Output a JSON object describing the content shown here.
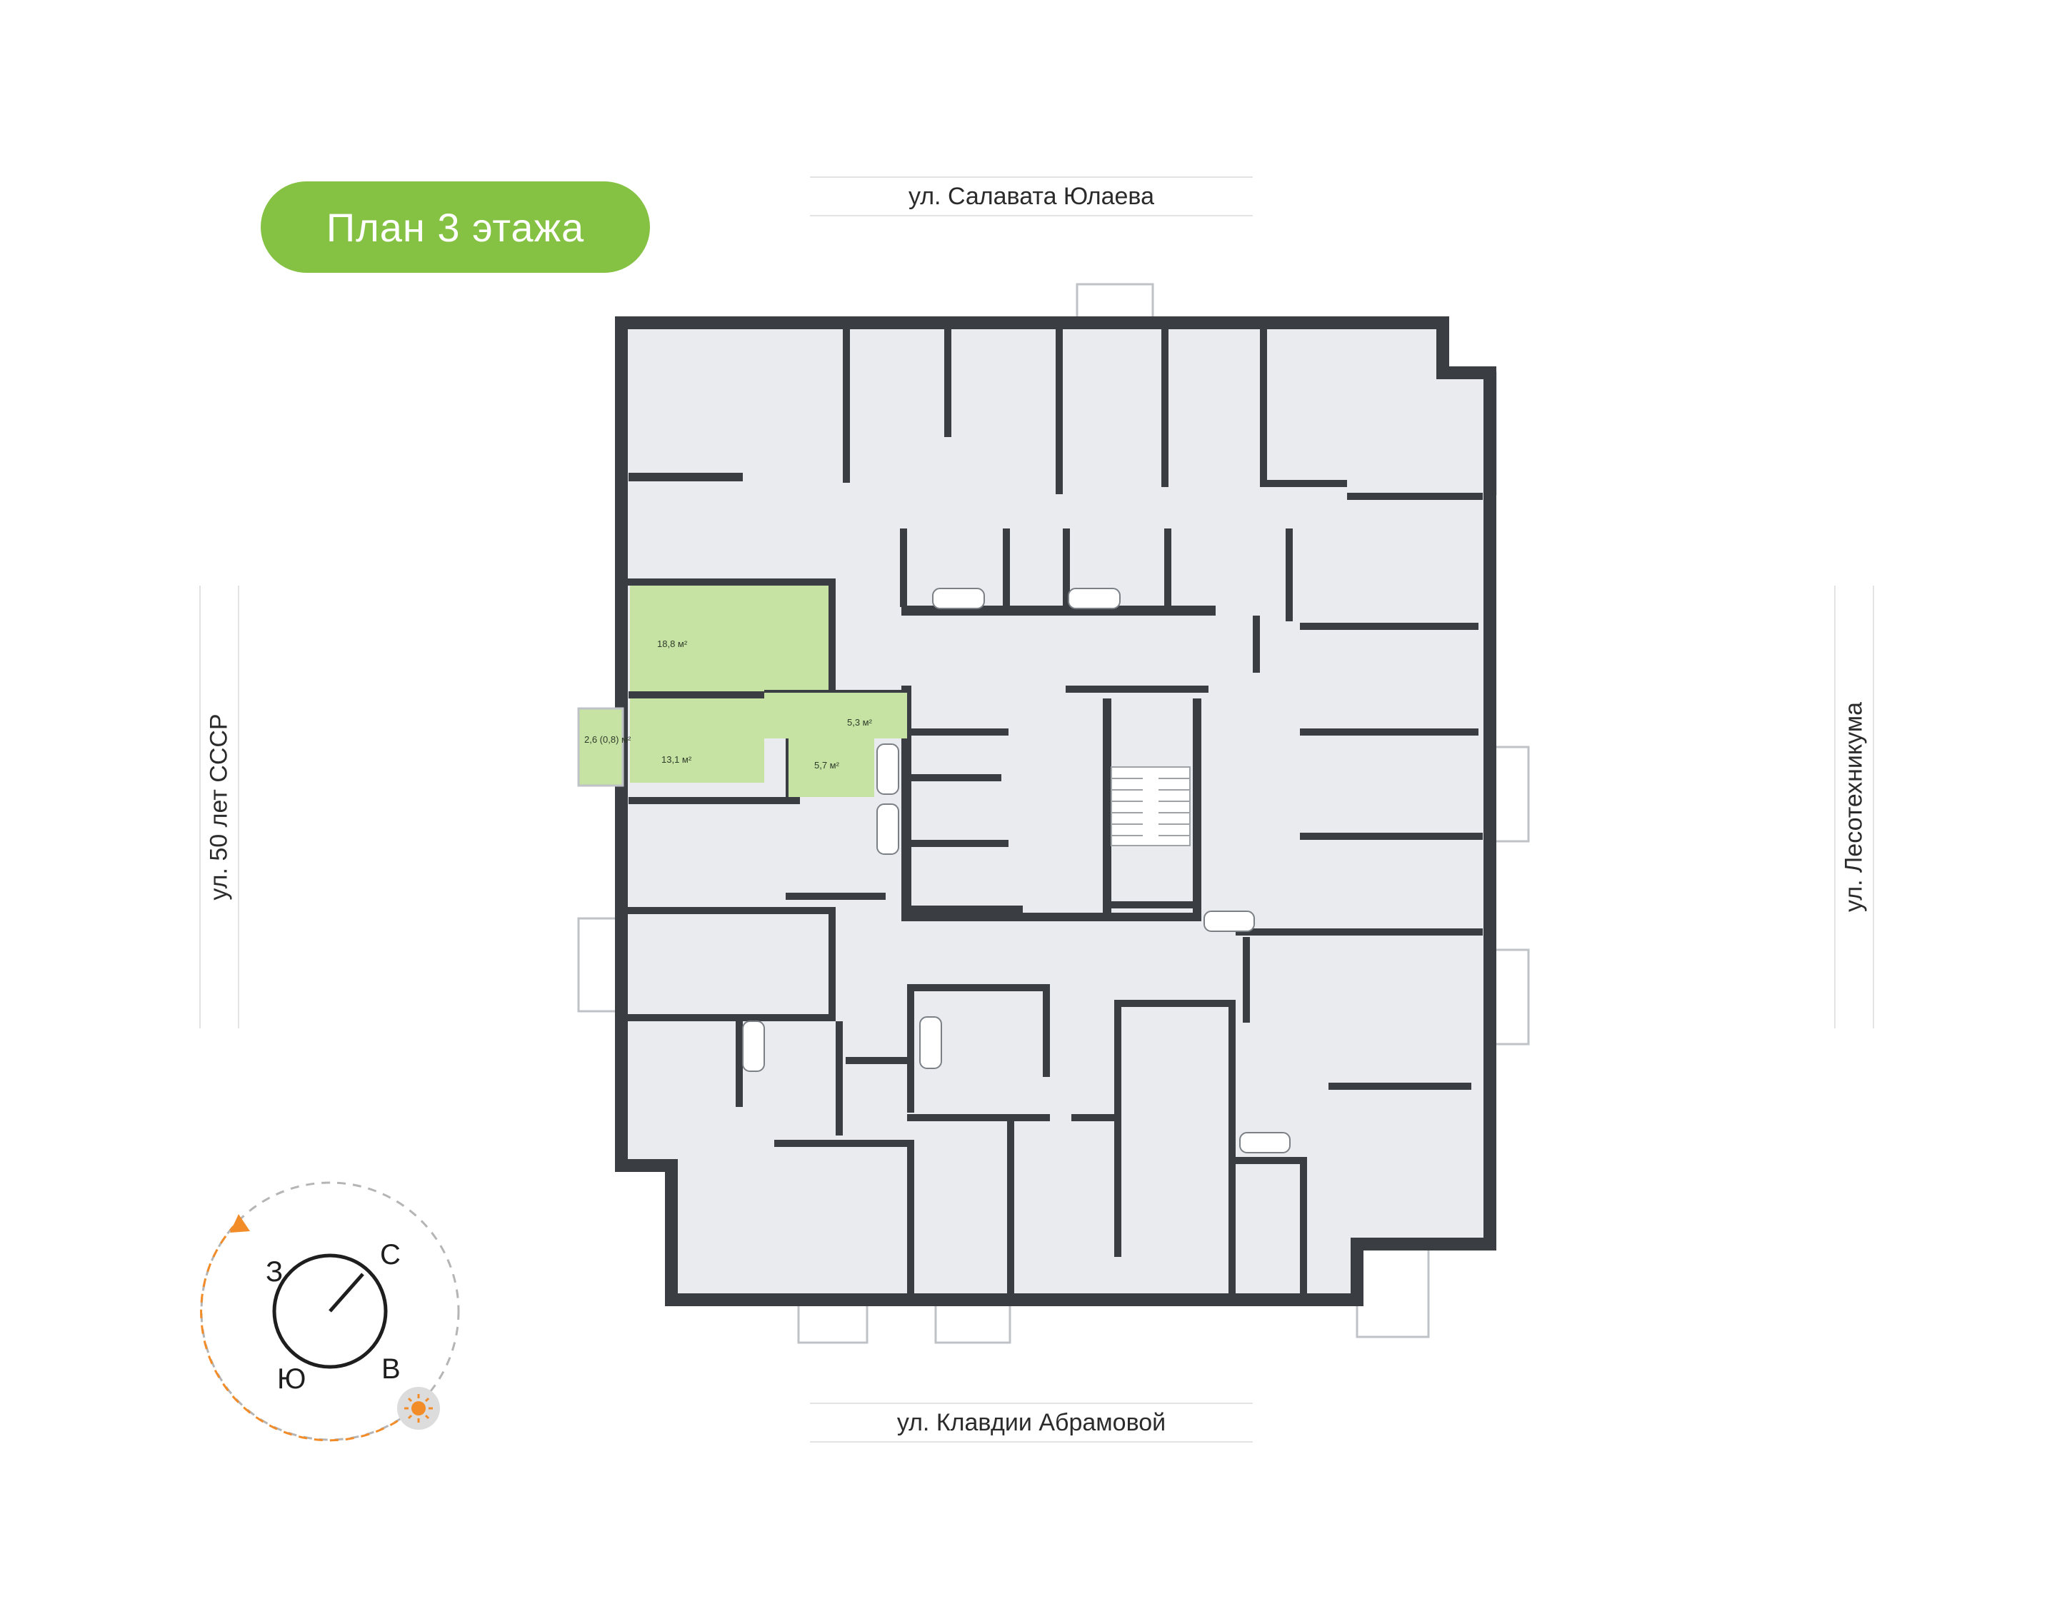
{
  "floor_title": "План 3 этажа",
  "streets": {
    "top": "ул. Салавата Юлаева",
    "bottom": "ул. Клавдии Абрамовой",
    "left": "ул. 50 лет СССР",
    "right": "ул. Лесотехникума"
  },
  "highlighted_apartment": {
    "rooms": [
      {
        "area": "18,8 м²"
      },
      {
        "area": "13,1 м²"
      },
      {
        "area": "5,3 м²"
      },
      {
        "area": "5,7 м²"
      },
      {
        "area": "2,6 (0,8) м²"
      }
    ]
  },
  "compass": {
    "north": "С",
    "east": "В",
    "south": "Ю",
    "west": "З"
  },
  "colors": {
    "accent": "#85c142",
    "highlight": "#c6e3a3",
    "wall": "#3a3d42",
    "room": "#e9ebee",
    "sun": "#f28c28"
  }
}
